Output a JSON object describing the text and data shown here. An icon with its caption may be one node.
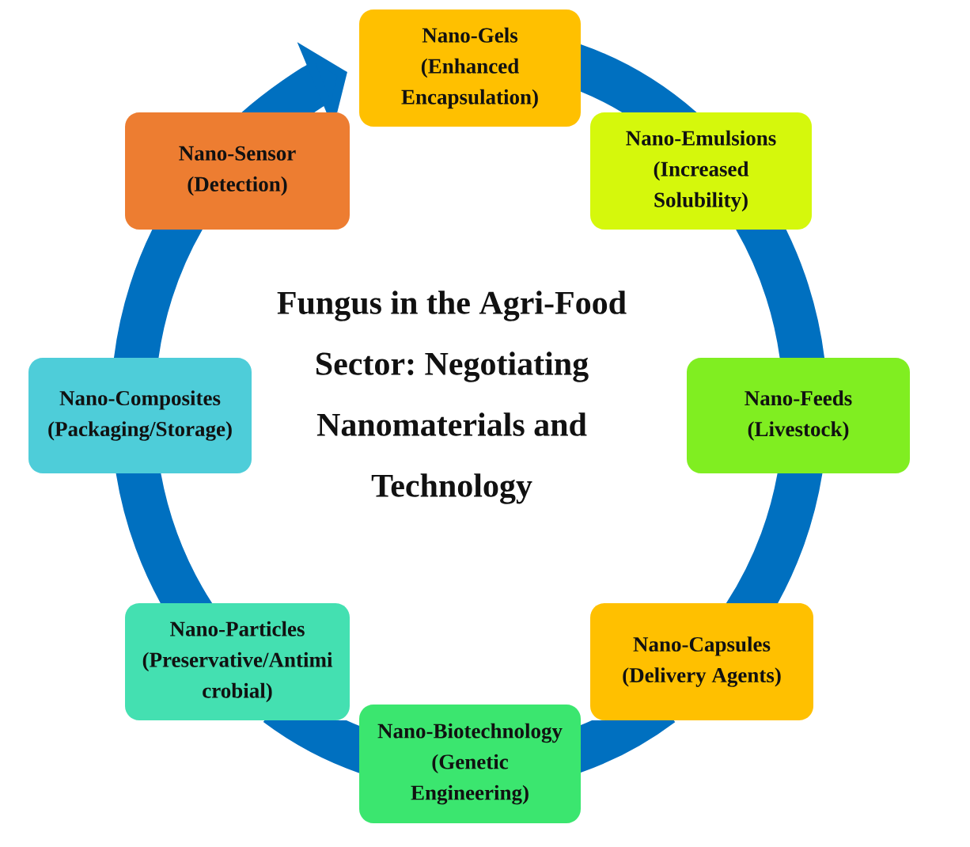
{
  "diagram": {
    "title": "Fungus in the Agri-Food Sector: Negotiating Nanomaterials and Technology",
    "nodes": [
      {
        "text": [
          "Nano-Gels",
          "(Enhanced Encapsulation)"
        ]
      },
      {
        "text": [
          "Nano-Emulsions",
          "(Increased Solubility)"
        ]
      },
      {
        "text": [
          "Nano-Feeds",
          "(Livestock)"
        ]
      },
      {
        "text": [
          "Nano-Capsules",
          "(Delivery Agents)"
        ]
      },
      {
        "text": [
          "Nano-Biotechnology",
          "(Genetic Engineering)"
        ]
      },
      {
        "text": [
          "Nano-Particles",
          "(Preservative/Antimi crobial)"
        ]
      },
      {
        "text": [
          "Nano-Composites",
          "(Packaging/Storage)"
        ]
      },
      {
        "text": [
          "Nano-Sensor",
          "(Detection)"
        ]
      }
    ],
    "edges": [
      {
        "from": 0,
        "to": 1,
        "arrow": "none"
      },
      {
        "from": 1,
        "to": 2,
        "arrow": "none"
      },
      {
        "from": 2,
        "to": 3,
        "arrow": "none"
      },
      {
        "from": 3,
        "to": 4,
        "arrow": "none"
      },
      {
        "from": 4,
        "to": 5,
        "arrow": "none"
      },
      {
        "from": 5,
        "to": 6,
        "arrow": "none"
      },
      {
        "from": 6,
        "to": 7,
        "arrow": "none"
      },
      {
        "from": 7,
        "to": 0,
        "arrow": "to"
      }
    ]
  }
}
